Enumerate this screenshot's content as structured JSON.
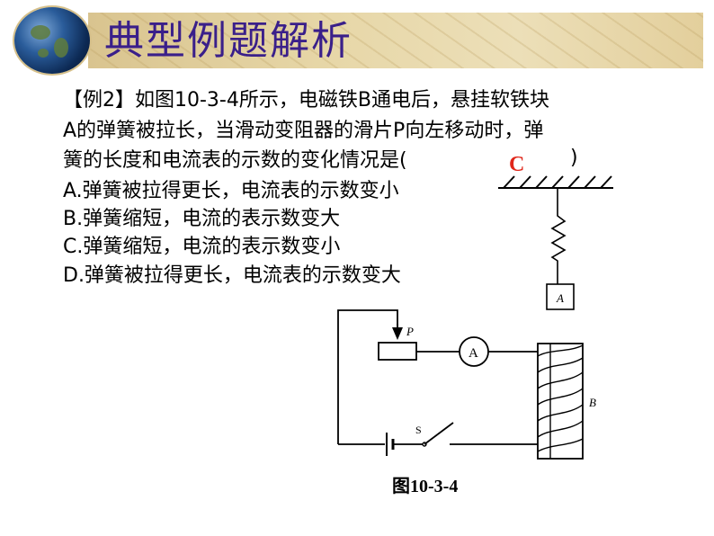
{
  "header": {
    "title": "典型例题解析"
  },
  "question": {
    "lines": [
      "【例2】如图10-3-4所示，电磁铁B通电后，悬挂软铁块",
      "A的弹簧被拉长，当滑动变阻器的滑片P向左移动时，弹",
      "簧的长度和电流表的示数的变化情况是(",
      "A.弹簧被拉得更长，电流表的示数变小",
      "B.弹簧缩短，电流的表示数变大",
      "C.弹簧缩短，电流的表示数变小",
      "D.弹簧被拉得更长，电流表的示数变大"
    ],
    "close_paren": ")",
    "answer": "C"
  },
  "figure": {
    "label_block": "A",
    "label_slider": "P",
    "label_ammeter": "A",
    "label_magnet": "B",
    "label_switch": "S",
    "caption": "图10-3-4"
  },
  "colors": {
    "title": "#3a1f8a",
    "answer": "#e0261a",
    "banner": "#e7d7a8"
  }
}
